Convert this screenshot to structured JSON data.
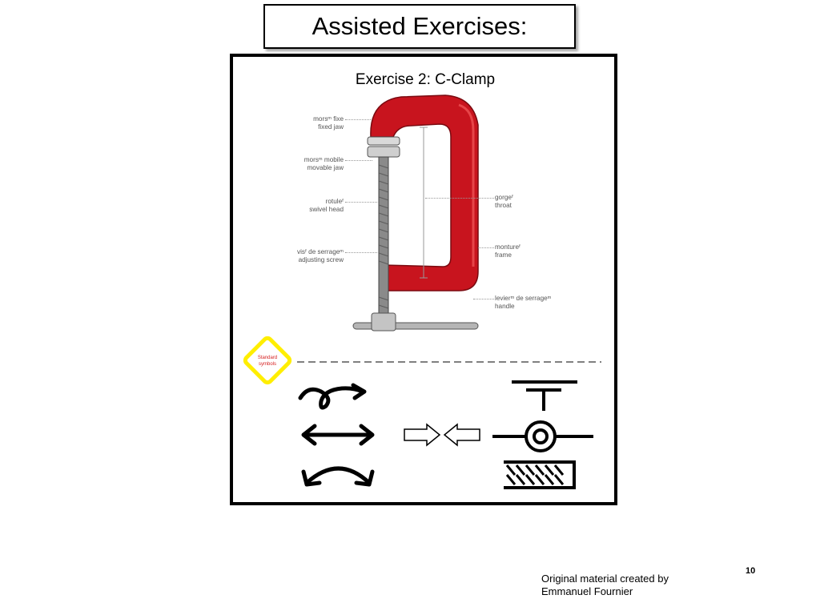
{
  "slide": {
    "title": "Assisted Exercises:",
    "exercise_title": "Exercise 2:  C-Clamp",
    "page_number": "10",
    "credit_line1": "Original material created by",
    "credit_line2": "Emmanuel Fournier"
  },
  "clamp_labels": {
    "fixed_jaw_fr": "morsᵐ fixe",
    "fixed_jaw_en": "fixed jaw",
    "movable_jaw_fr": "morsᵐ mobile",
    "movable_jaw_en": "movable jaw",
    "swivel_head_fr": "rotuleᶠ",
    "swivel_head_en": "swivel head",
    "adjusting_screw_fr": "visᶠ de serrageᵐ",
    "adjusting_screw_en": "adjusting screw",
    "throat_fr": "gorgeᶠ",
    "throat_en": "throat",
    "frame_fr": "montureᶠ",
    "frame_en": "frame",
    "handle_fr": "levierᵐ de serrageᵐ",
    "handle_en": "handle"
  },
  "badge": {
    "line1": "Standard",
    "line2": "symbols",
    "fill_color": "#ffffff",
    "border_color": "#ffee00",
    "text_color": "#d62020"
  },
  "colors": {
    "clamp_red": "#c8141e",
    "screw_gray": "#8a8a8a"
  },
  "icons": [
    "curl-arrow-right-icon",
    "double-arrow-horizontal-icon",
    "curved-double-arrow-icon",
    "converging-arrows-icon",
    "spring-contact-symbol-icon",
    "pivot-joint-symbol-icon",
    "slider-guide-symbol-icon"
  ]
}
